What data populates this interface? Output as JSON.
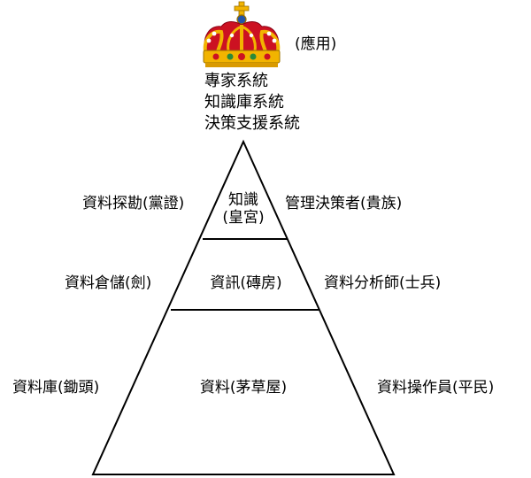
{
  "crown": {
    "icon": "crown-icon",
    "label": "(應用)"
  },
  "applications": [
    "專家系統",
    "知識庫系統",
    "決策支援系統"
  ],
  "levels": [
    {
      "center_lines": [
        "知識",
        "(皇宮)"
      ],
      "left_label": "資料探勘(黨證)",
      "right_label": "管理決策者(貴族)"
    },
    {
      "center_lines": [
        "資訊(磚房)"
      ],
      "left_label": "資料倉儲(劍)",
      "right_label": "資料分析師(士兵)"
    },
    {
      "center_lines": [
        "資料(茅草屋)"
      ],
      "left_label": "資料庫(鋤頭)",
      "right_label": "資料操作員(平民)"
    }
  ],
  "colors": {
    "crown_gold": "#f2b400",
    "crown_red": "#cc1122",
    "crown_dark_red": "#8a0014",
    "line": "#000000"
  }
}
